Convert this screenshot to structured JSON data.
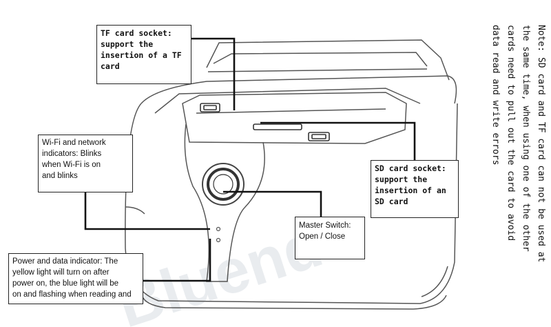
{
  "callouts": {
    "tf_card": {
      "lines": [
        "TF card socket:",
        "support the",
        "insertion of a TF",
        "card"
      ]
    },
    "wifi": {
      "lines": [
        "Wi-Fi and network",
        "indicators: Blinks",
        "when Wi-Fi is on",
        "and blinks"
      ]
    },
    "sd_card": {
      "lines": [
        "SD card socket:",
        "support the",
        "insertion of an",
        "SD card"
      ]
    },
    "master_switch": {
      "lines": [
        "Master Switch:",
        "Open / Close"
      ]
    },
    "power": {
      "lines": [
        "Power and data indicator: The",
        "yellow light will turn on after",
        "power on, the blue light will be",
        "on and flashing when reading and"
      ]
    }
  },
  "note": {
    "lines": [
      "Note: SD card and TF card can not be used at",
      "the same time, when using one of the other",
      "cards need to pull out the card to avoid",
      "data read and write errors"
    ]
  },
  "watermark": "Bluendo"
}
